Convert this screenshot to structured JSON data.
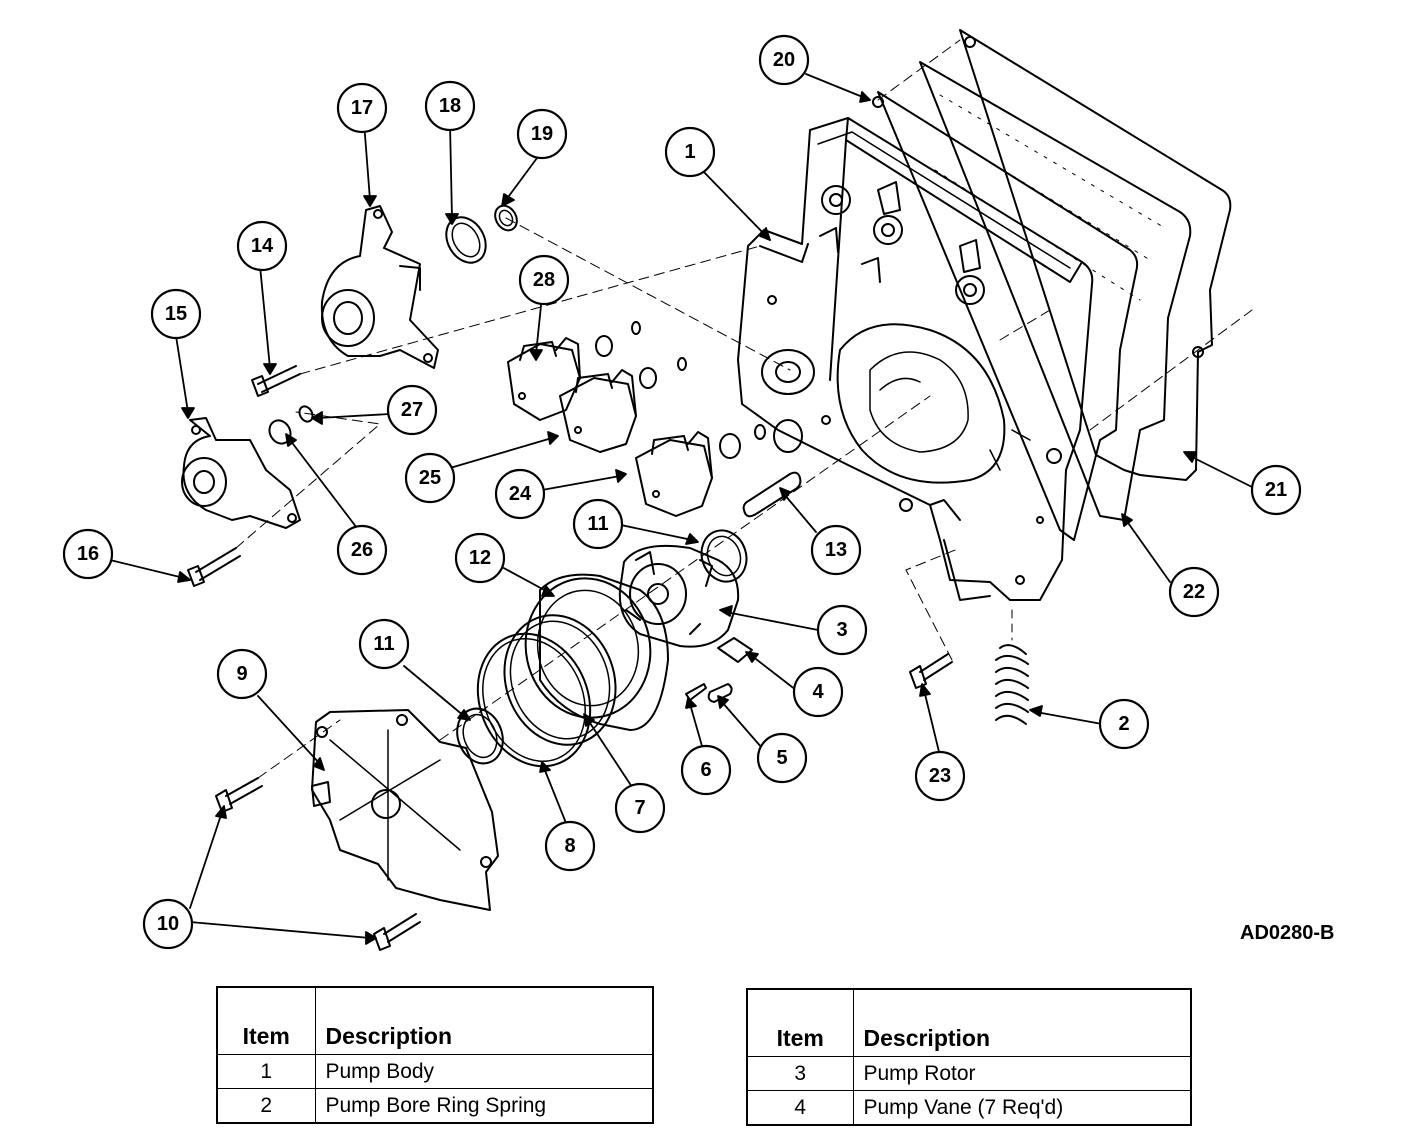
{
  "figure_code": "AD0280-B",
  "callouts": [
    "1",
    "2",
    "3",
    "4",
    "5",
    "6",
    "7",
    "8",
    "9",
    "10",
    "11",
    "11",
    "12",
    "13",
    "14",
    "15",
    "16",
    "17",
    "18",
    "19",
    "20",
    "21",
    "22",
    "23",
    "24",
    "25",
    "26",
    "27",
    "28"
  ],
  "tables": [
    {
      "header_item": "Item",
      "header_description": "Description",
      "rows": [
        {
          "item": "1",
          "description": "Pump Body"
        },
        {
          "item": "2",
          "description": "Pump Bore Ring Spring"
        }
      ]
    },
    {
      "header_item": "Item",
      "header_description": "Description",
      "rows": [
        {
          "item": "3",
          "description": "Pump Rotor"
        },
        {
          "item": "4",
          "description": "Pump Vane (7 Req'd)"
        }
      ]
    }
  ]
}
